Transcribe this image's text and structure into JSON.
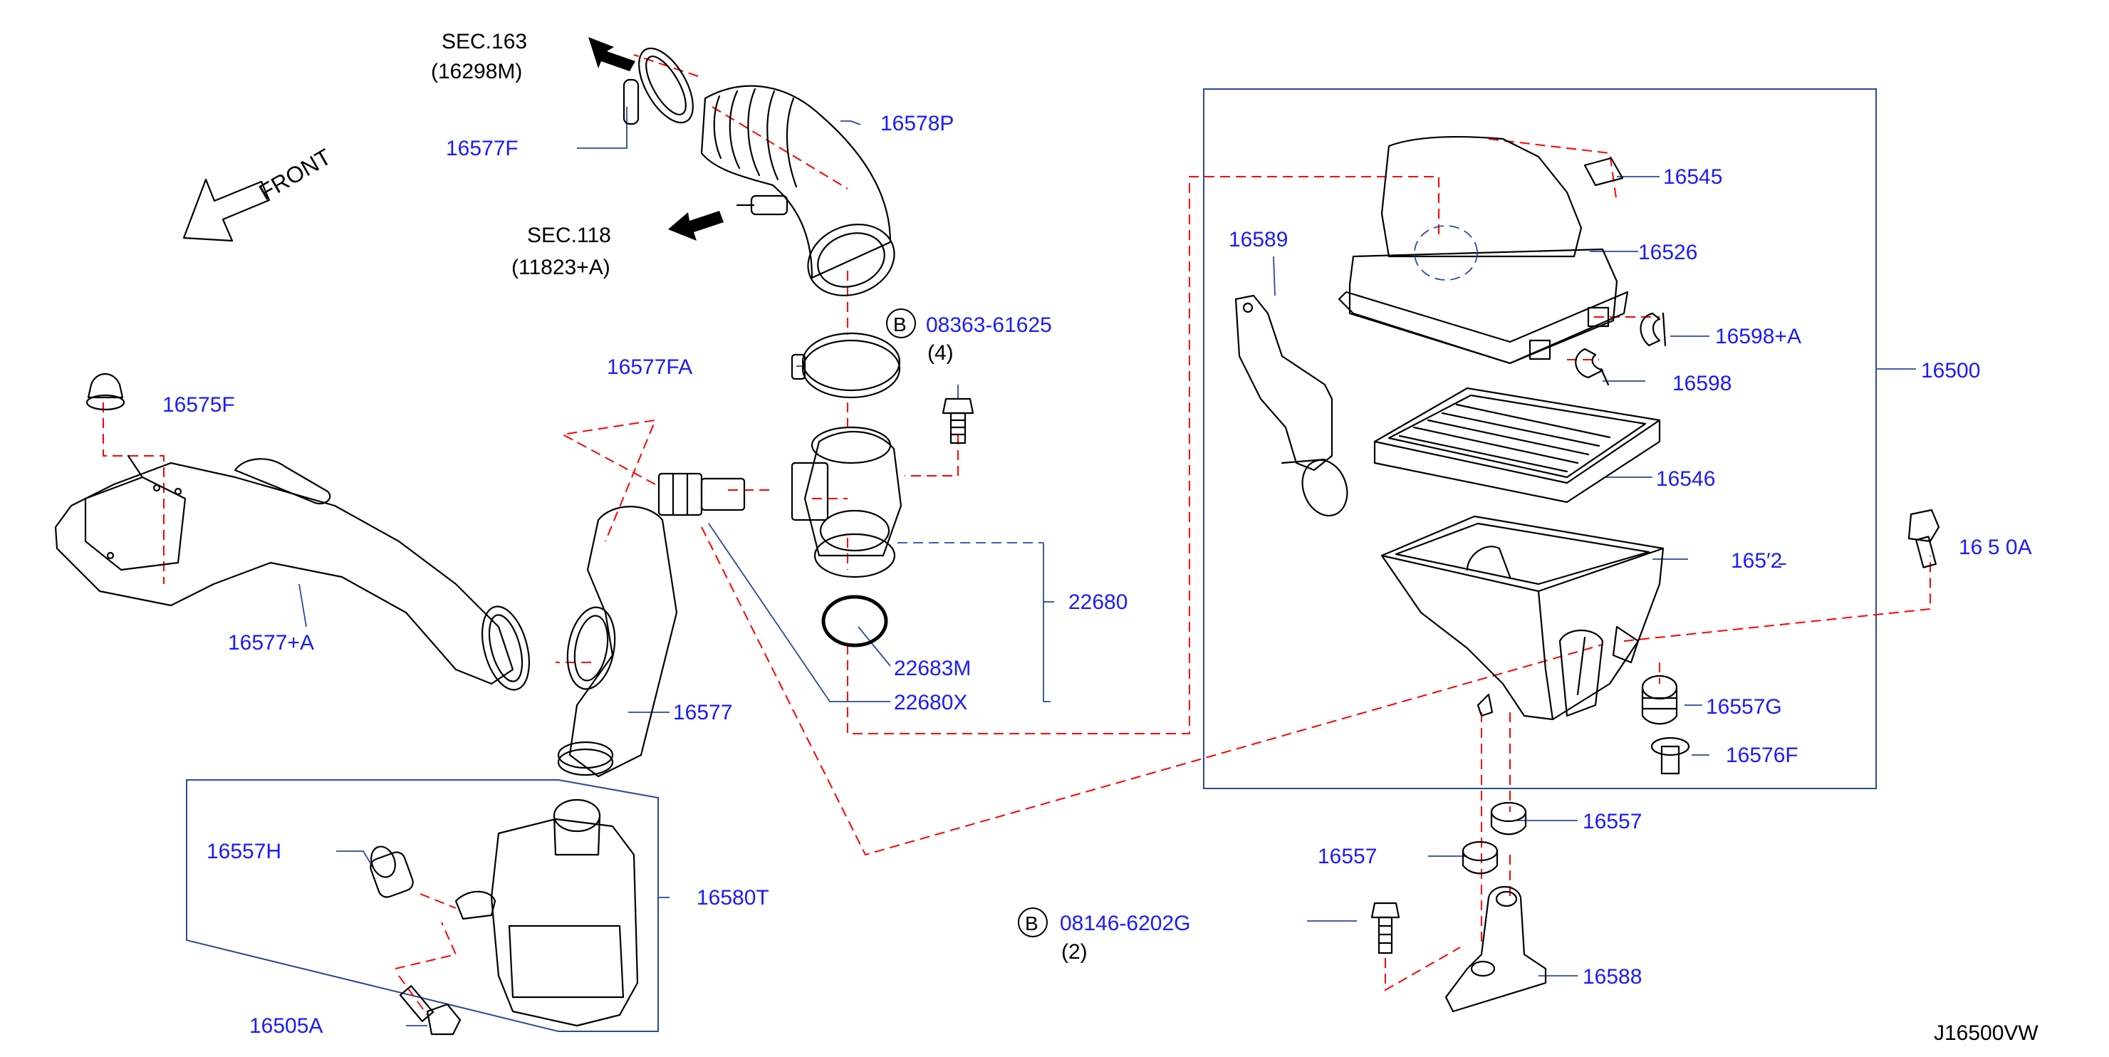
{
  "colors": {
    "part_number": "#1a1aff",
    "section_ref": "#000000",
    "dashed_line": "#ff0000",
    "leader": "#2a4a9a"
  },
  "direction": {
    "label": "FRONT"
  },
  "section_refs": [
    {
      "sec": "SEC.163",
      "num": "(16298M)"
    },
    {
      "sec": "SEC.118",
      "num": "(11823+A)"
    }
  ],
  "labels": {
    "p16577F": "16577F",
    "p16578P": "16578P",
    "p16577FA": "16577FA",
    "p08363": "08363-61625",
    "p08363_qty": "(4)",
    "p16575F": "16575F",
    "p16577A": "16577+A",
    "p16577": "16577",
    "p22680": "22680",
    "p22683M": "22683M",
    "p22680X": "22680X",
    "p16557H": "16557H",
    "p16580T": "16580T",
    "p16505A": "16505A",
    "p08146": "08146-6202G",
    "p08146_qty": "(2)",
    "p16589": "16589",
    "p16545": "16545",
    "p16526": "16526",
    "p16598A": "16598+A",
    "p16598": "16598",
    "p16500": "16500",
    "p16546": "16546",
    "p16528": "165′2̵",
    "p16500A": "16 5 0A",
    "p16557G": "16557G",
    "p16576F": "16576F",
    "p16557a": "16557",
    "p16557b": "16557",
    "p16588": "16588",
    "bolt_symbol": "B",
    "diagram_code": "J16500VW"
  }
}
